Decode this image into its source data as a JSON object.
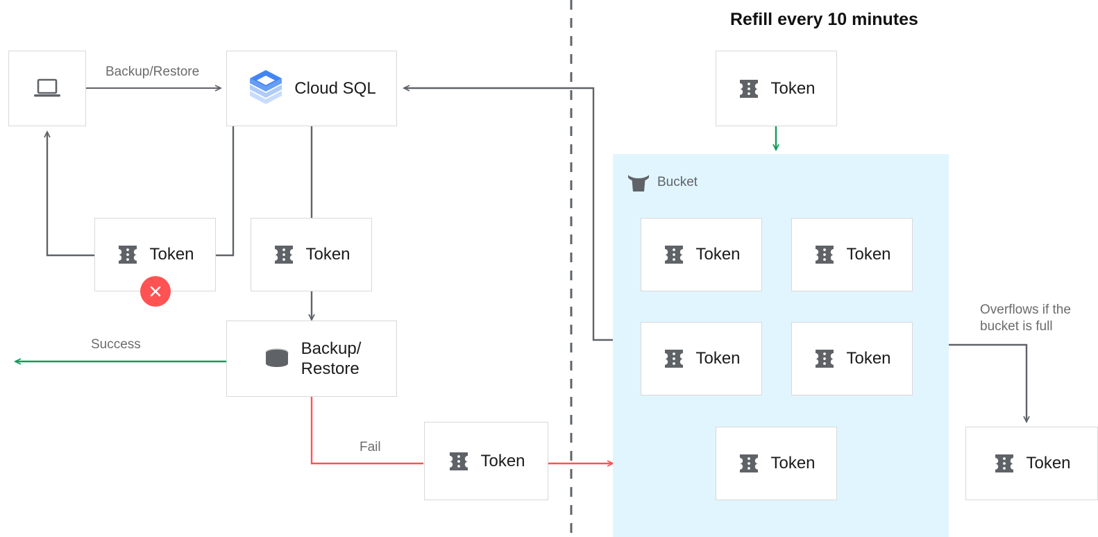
{
  "diagram": {
    "title": "Refill every 10 minutes",
    "colors": {
      "bucket_fill": "#e1f5fe",
      "box_border": "#d8d8d8",
      "line_gray": "#5f6368",
      "line_green": "#0f9d58",
      "line_red": "#ff5252",
      "error_badge": "#ff5252",
      "token_icon": "#5f6368",
      "text_primary": "#1b1b1b",
      "text_secondary": "#6b6b6b"
    }
  },
  "nodes": {
    "client": {
      "label": "",
      "icon": "laptop-icon"
    },
    "cloud_sql": {
      "label": "Cloud SQL",
      "icon": "cloud-sql-icon"
    },
    "token_failed": {
      "label": "Token",
      "icon": "token-icon",
      "badge": "error-x-badge"
    },
    "token_consumed": {
      "label": "Token",
      "icon": "token-icon"
    },
    "backup_restore": {
      "label": "Backup/\nRestore",
      "icon": "database-icon"
    },
    "token_fail_out": {
      "label": "Token",
      "icon": "token-icon"
    },
    "token_refill": {
      "label": "Token",
      "icon": "token-icon"
    },
    "token_overflow": {
      "label": "Token",
      "icon": "token-icon"
    }
  },
  "bucket": {
    "label": "Bucket",
    "icon": "bucket-icon",
    "tokens": [
      {
        "label": "Token",
        "icon": "token-icon"
      },
      {
        "label": "Token",
        "icon": "token-icon"
      },
      {
        "label": "Token",
        "icon": "token-icon"
      },
      {
        "label": "Token",
        "icon": "token-icon"
      },
      {
        "label": "Token",
        "icon": "token-icon"
      }
    ]
  },
  "edge_labels": {
    "backup_restore": "Backup/Restore",
    "success": "Success",
    "fail": "Fail",
    "overflow": "Overflows if the\nbucket is full"
  }
}
